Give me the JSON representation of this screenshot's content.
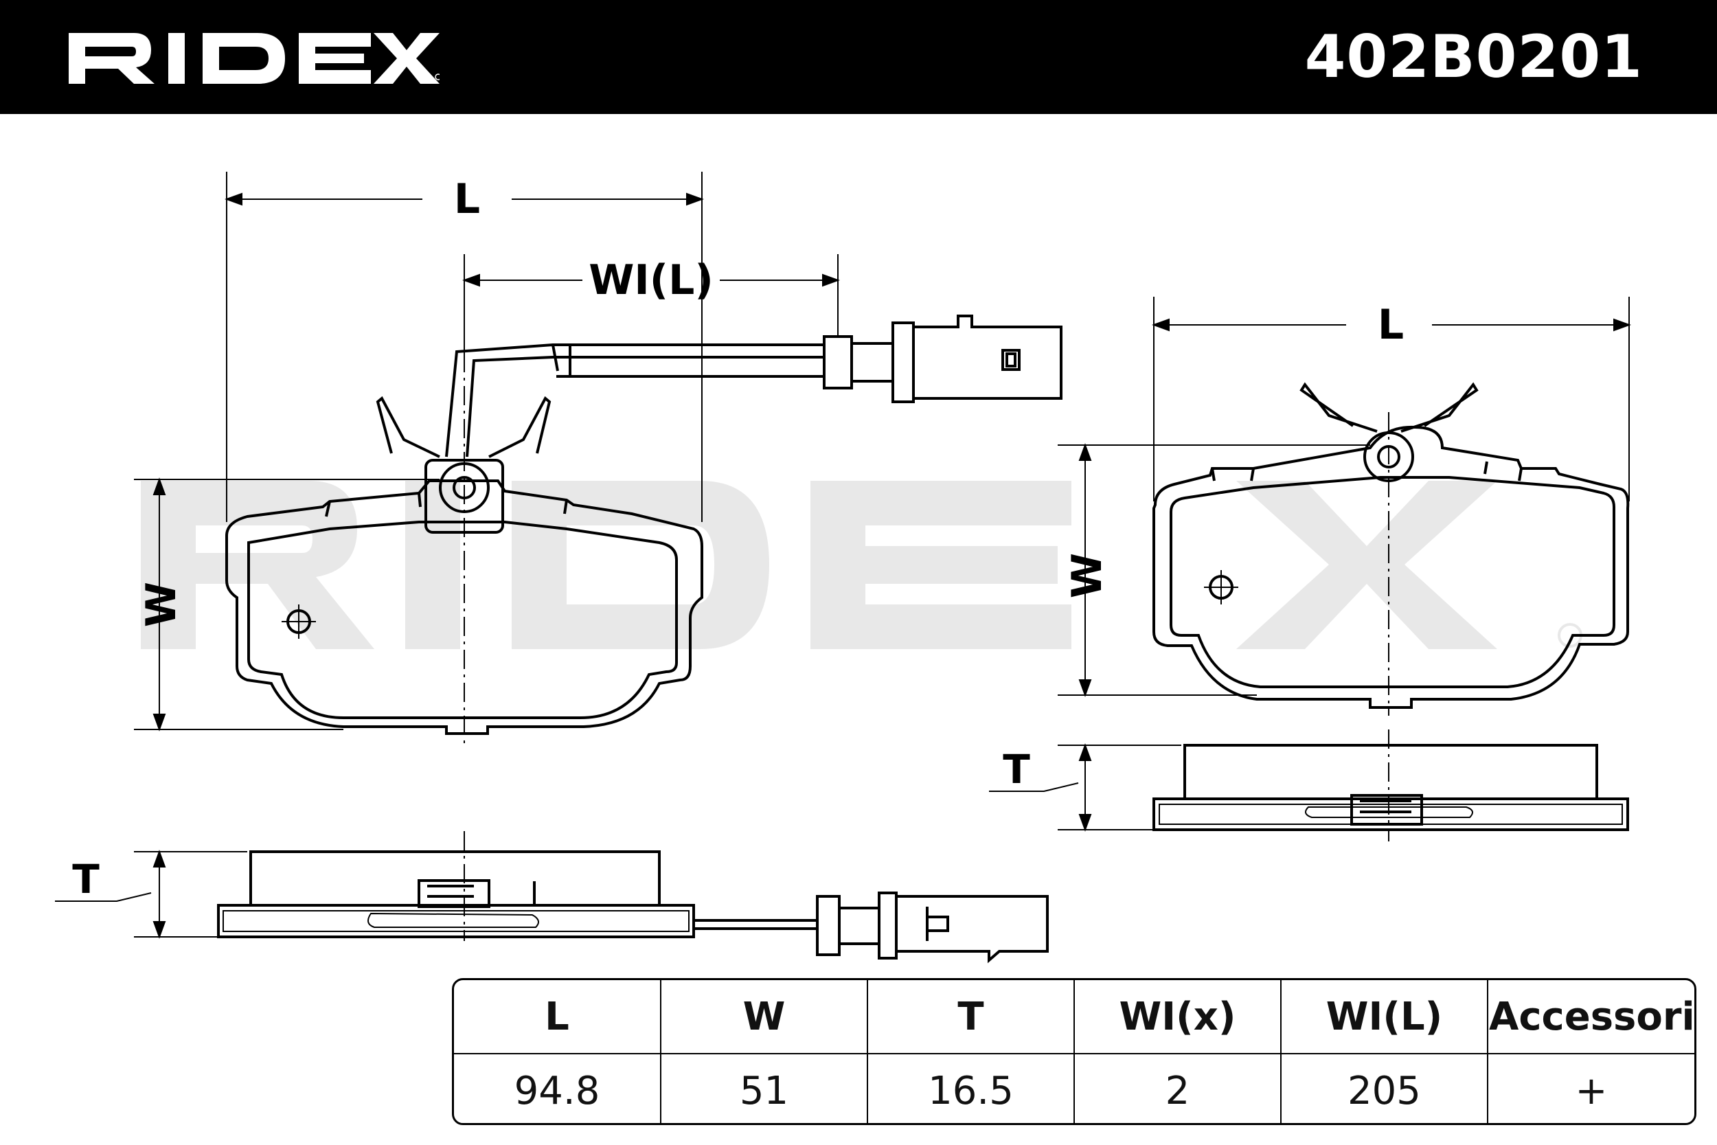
{
  "header": {
    "brand": "RIDEX",
    "part_number": "402B0201"
  },
  "drawing": {
    "watermark": "RIDEX",
    "dimension_labels": {
      "left_length": "L",
      "left_wear_indicator_length": "WI(L)",
      "left_width": "W",
      "left_thickness": "T",
      "right_length": "L",
      "right_width": "W",
      "right_thickness": "T"
    }
  },
  "spec_table": {
    "headers": [
      "L",
      "W",
      "T",
      "WI(x)",
      "WI(L)",
      "Accessories"
    ],
    "values": [
      "94.8",
      "51",
      "16.5",
      "2",
      "205",
      "+"
    ]
  },
  "colors": {
    "header_bg": "#000000",
    "line": "#000000",
    "watermark": "#e6e6e6"
  }
}
